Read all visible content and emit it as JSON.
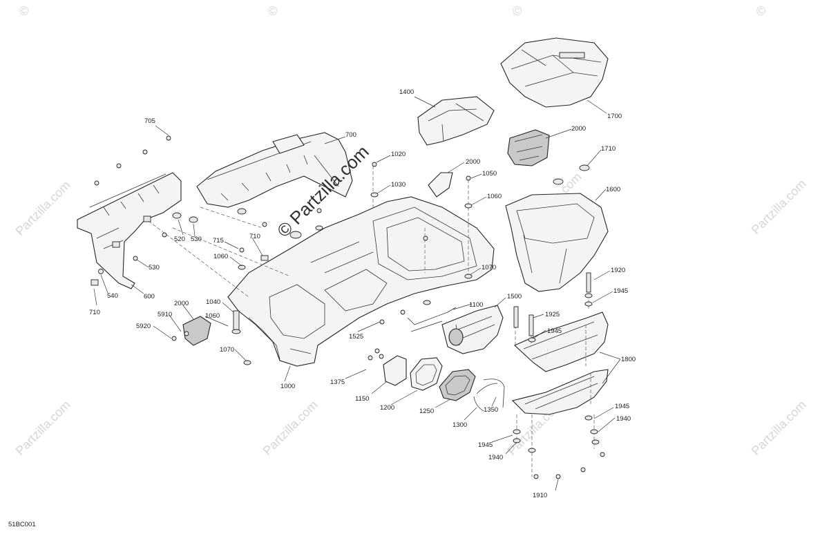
{
  "diagram": {
    "code": "51BC001",
    "watermark_text": "Partzilla.com",
    "watermark_symbol": "©",
    "callouts": [
      {
        "id": "c705",
        "label": "705"
      },
      {
        "id": "c700",
        "label": "700"
      },
      {
        "id": "c1400",
        "label": "1400"
      },
      {
        "id": "c1700",
        "label": "1700"
      },
      {
        "id": "c2000a",
        "label": "2000"
      },
      {
        "id": "c1710",
        "label": "1710"
      },
      {
        "id": "c1020",
        "label": "1020"
      },
      {
        "id": "c2000b",
        "label": "2000"
      },
      {
        "id": "c1050",
        "label": "1050"
      },
      {
        "id": "c1030",
        "label": "1030"
      },
      {
        "id": "c1060a",
        "label": "1060"
      },
      {
        "id": "c1600",
        "label": "1600"
      },
      {
        "id": "c520",
        "label": "520"
      },
      {
        "id": "c530a",
        "label": "530"
      },
      {
        "id": "c715",
        "label": "715"
      },
      {
        "id": "c710a",
        "label": "710"
      },
      {
        "id": "c1060b",
        "label": "1060"
      },
      {
        "id": "c530b",
        "label": "530"
      },
      {
        "id": "c1070a",
        "label": "1070"
      },
      {
        "id": "c1920",
        "label": "1920"
      },
      {
        "id": "c540",
        "label": "540"
      },
      {
        "id": "c600",
        "label": "600"
      },
      {
        "id": "c1945a",
        "label": "1945"
      },
      {
        "id": "c1500",
        "label": "1500"
      },
      {
        "id": "c2000c",
        "label": "2000"
      },
      {
        "id": "c1040",
        "label": "1040"
      },
      {
        "id": "c710b",
        "label": "710"
      },
      {
        "id": "c1100",
        "label": "1100"
      },
      {
        "id": "c1925",
        "label": "1925"
      },
      {
        "id": "c5910",
        "label": "5910"
      },
      {
        "id": "c1060c",
        "label": "1060"
      },
      {
        "id": "c1945b",
        "label": "1945"
      },
      {
        "id": "c5920",
        "label": "5920"
      },
      {
        "id": "c1525",
        "label": "1525"
      },
      {
        "id": "c1070b",
        "label": "1070"
      },
      {
        "id": "c1800",
        "label": "1800"
      },
      {
        "id": "c1375",
        "label": "1375"
      },
      {
        "id": "c1000",
        "label": "1000"
      },
      {
        "id": "c1150",
        "label": "1150"
      },
      {
        "id": "c1200",
        "label": "1200"
      },
      {
        "id": "c1250",
        "label": "1250"
      },
      {
        "id": "c1300",
        "label": "1300"
      },
      {
        "id": "c1350",
        "label": "1350"
      },
      {
        "id": "c1945c",
        "label": "1945"
      },
      {
        "id": "c1940a",
        "label": "1940"
      },
      {
        "id": "c1945d",
        "label": "1945"
      },
      {
        "id": "c1940b",
        "label": "1940"
      },
      {
        "id": "c1910",
        "label": "1910"
      }
    ]
  }
}
